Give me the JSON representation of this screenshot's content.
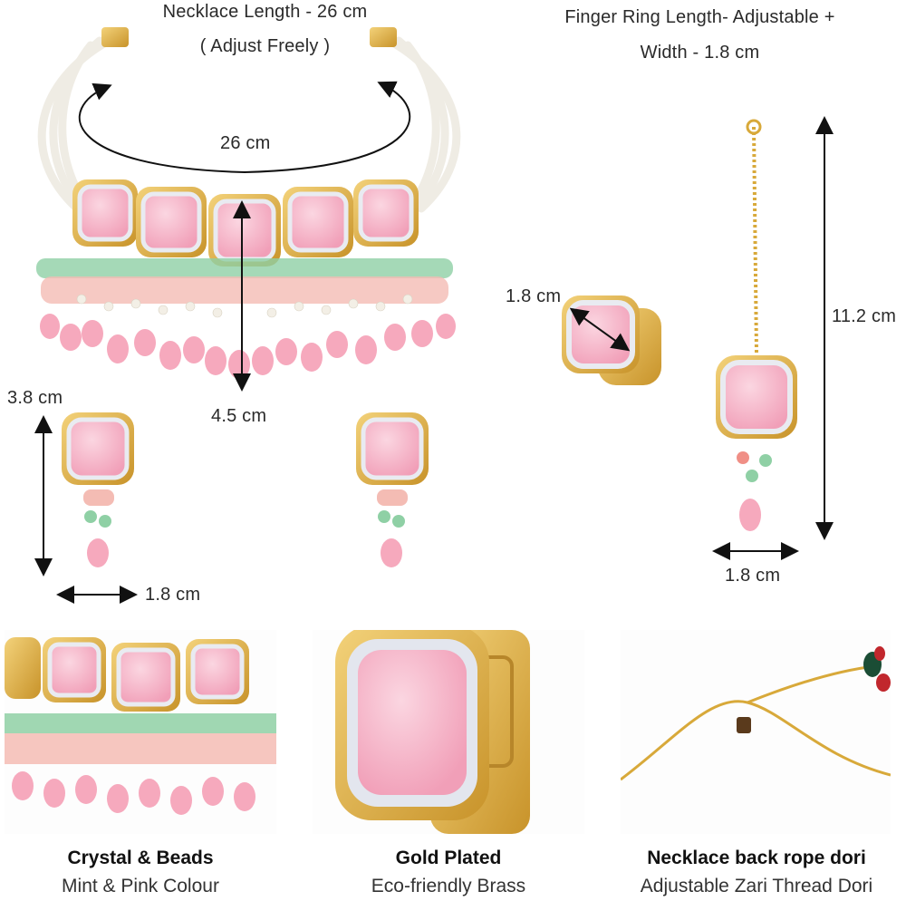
{
  "header": {
    "necklace_length": "Necklace Length - 26 cm",
    "adjust_freely": "( Adjust Freely )",
    "ring_line1": "Finger Ring Length- Adjustable +",
    "ring_line2": "Width - 1.8 cm"
  },
  "dimensions": {
    "necklace_span": "26 cm",
    "necklace_height": "4.5 cm",
    "earring_height": "3.8 cm",
    "earring_width": "1.8 cm",
    "ring_width": "1.8 cm",
    "tikka_height": "11.2 cm",
    "tikka_width": "1.8 cm"
  },
  "features": [
    {
      "title": "Crystal & Beads",
      "subtitle": "Mint & Pink Colour"
    },
    {
      "title": "Gold Plated",
      "subtitle": "Eco-friendly Brass"
    },
    {
      "title": "Necklace back rope dori",
      "subtitle": "Adjustable Zari Thread Dori"
    }
  ],
  "colors": {
    "stone_pink": "#f5b3c6",
    "bead_pink": "#f7a6bb",
    "mint": "#7cc99a",
    "coral": "#f08f86",
    "gold": "#d8a93a",
    "crystal": "#e3e6ee",
    "pearl": "#f7f3ea"
  }
}
